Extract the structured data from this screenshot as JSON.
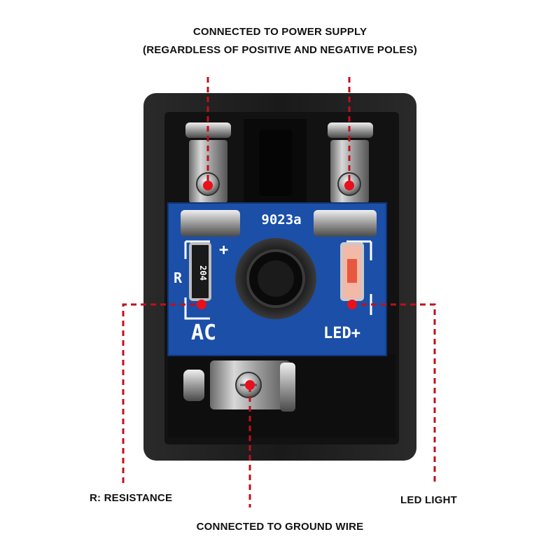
{
  "labels": {
    "power_line1": "CONNECTED TO POWER SUPPLY",
    "power_line2": "(REGARDLESS OF POSITIVE AND NEGATIVE POLES)",
    "resistance": "R: RESISTANCE",
    "led_light": "LED LIGHT",
    "ground": "CONNECTED TO GROUND WIRE"
  },
  "pcb": {
    "part_number": "9023a",
    "resistor_marking": "204",
    "r_mark": "R",
    "ac_mark": "AC",
    "led_mark": "LED+",
    "plus_mark": "+"
  },
  "colors": {
    "leader_line": "#c0101c",
    "dot": "#e8101c",
    "pcb": "#1b4fa8",
    "housing": "#1e1e1e"
  }
}
